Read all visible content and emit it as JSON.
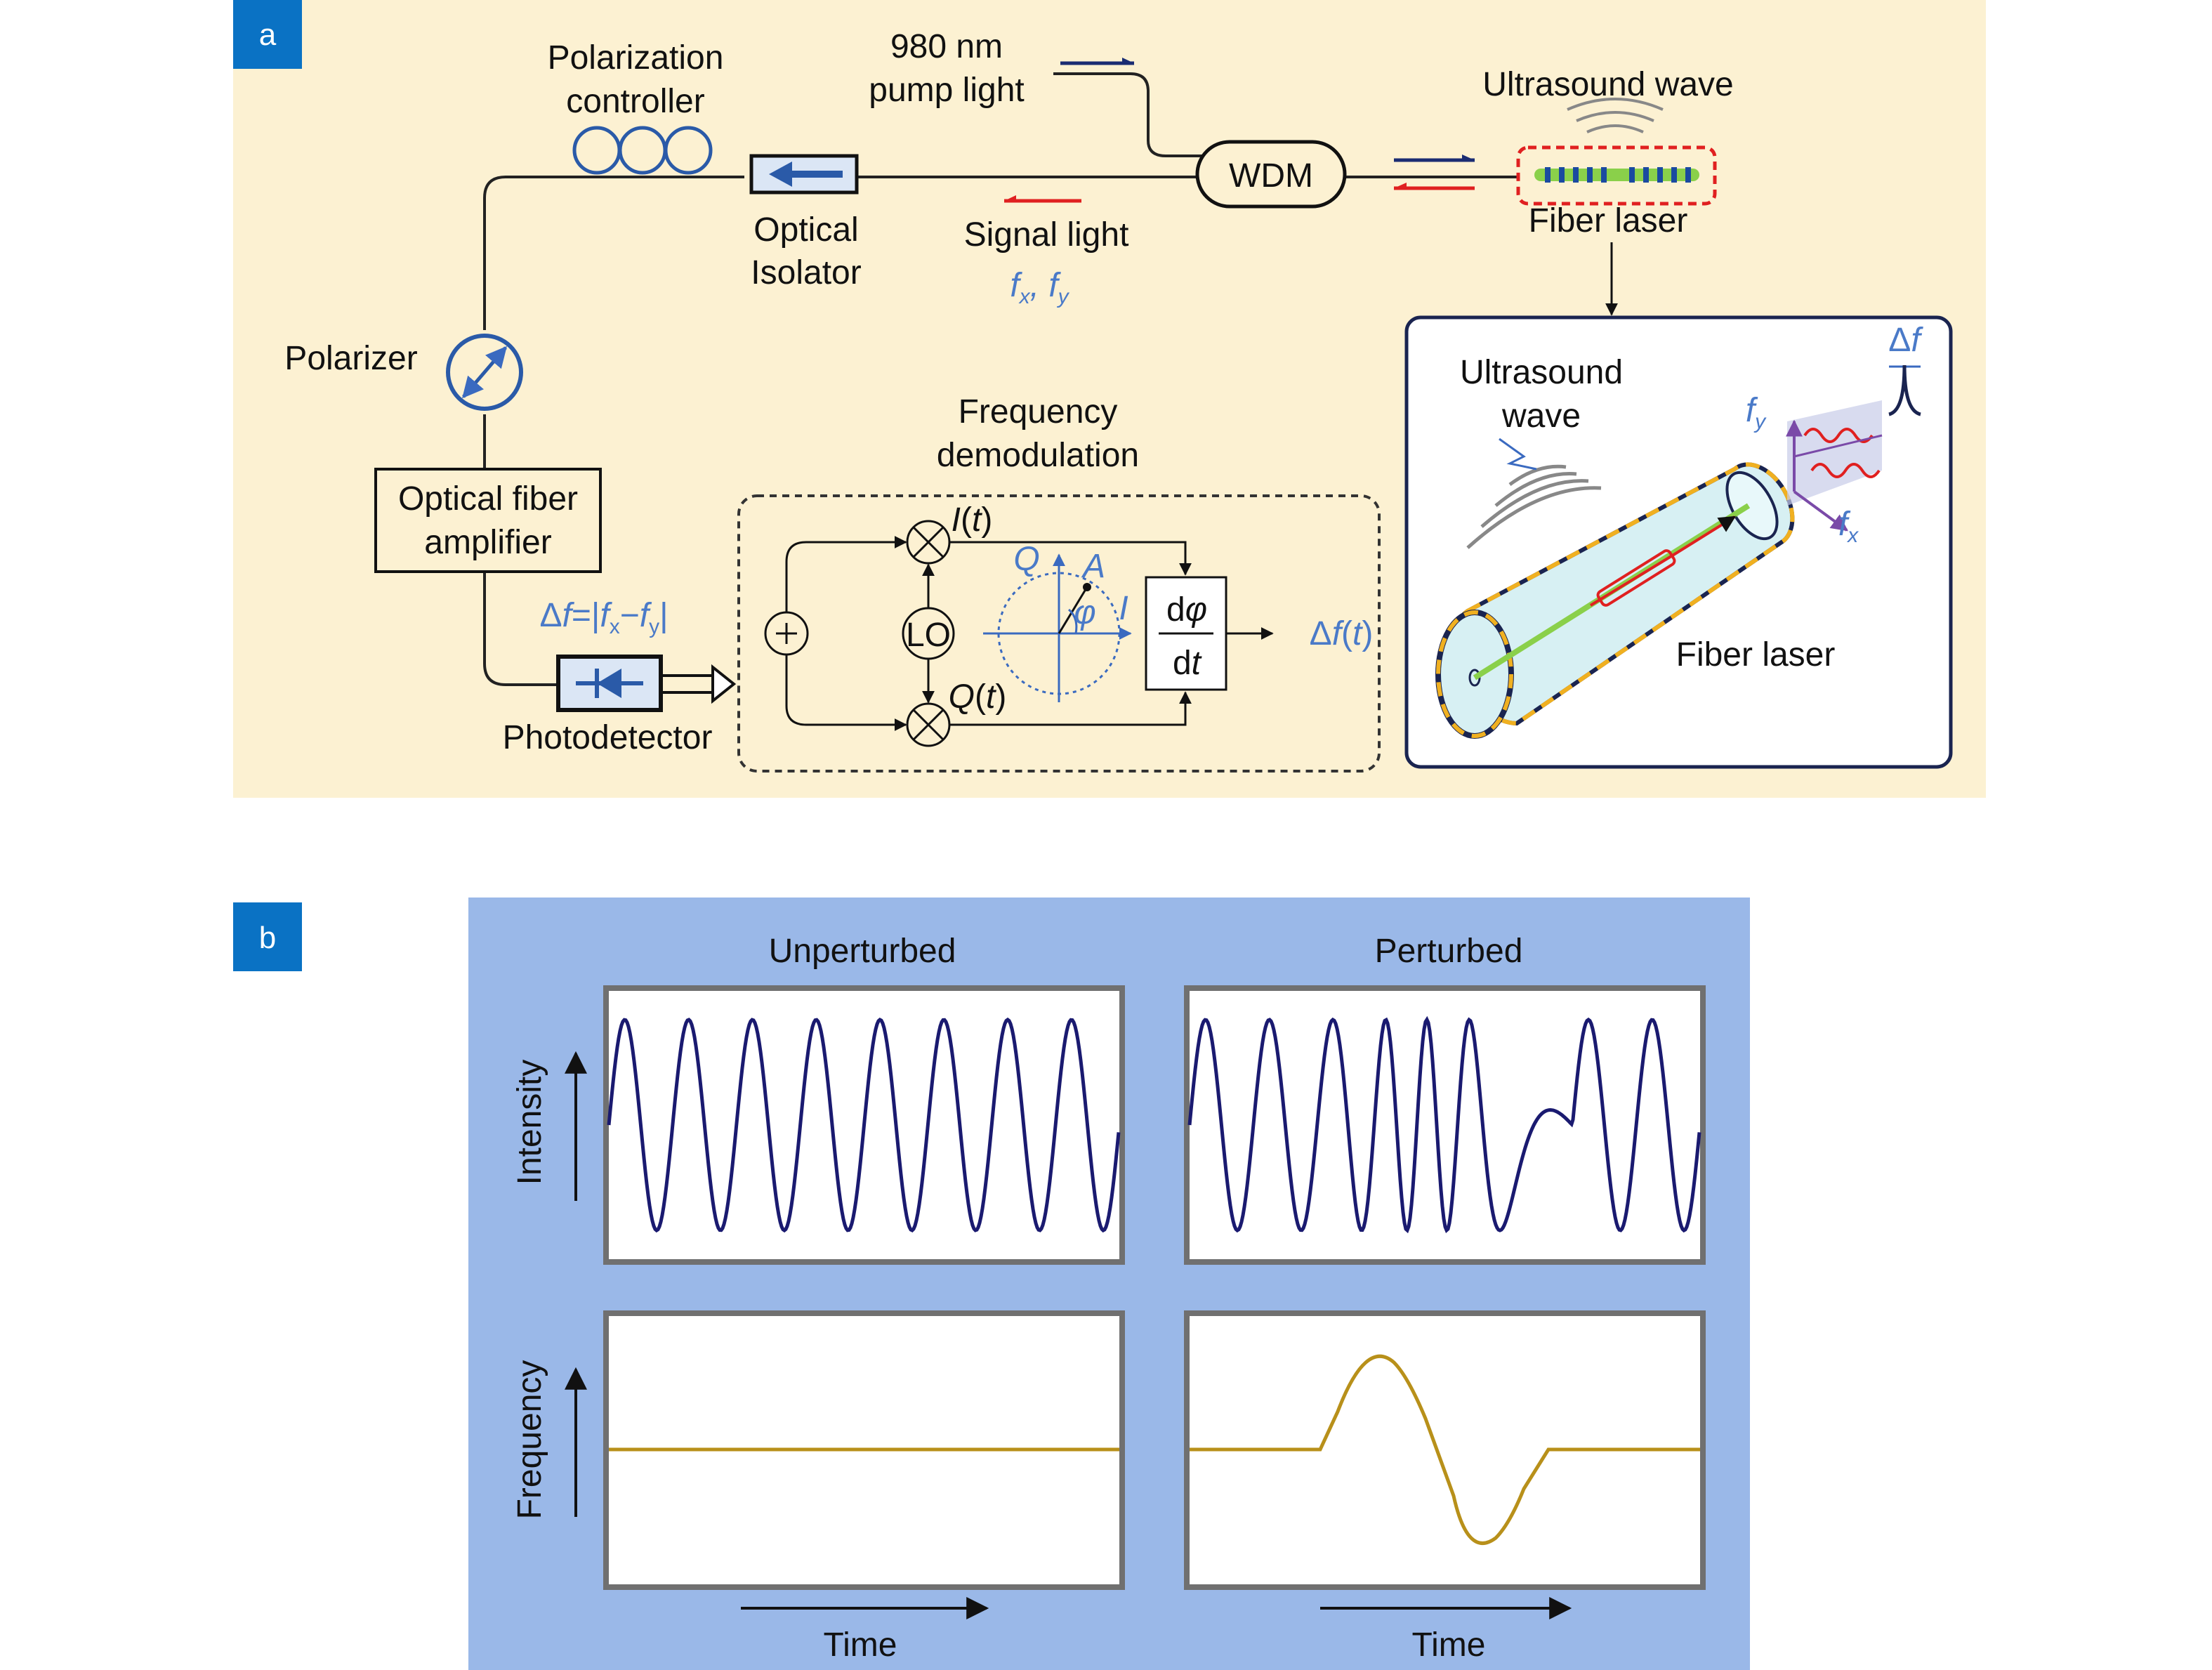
{
  "panel_a": {
    "badge": "a",
    "labels": {
      "polarization_controller_1": "Polarization",
      "polarization_controller_2": "controller",
      "pump_light_1": "980 nm",
      "pump_light_2": "pump light",
      "ultrasound_wave_top": "Ultrasound wave",
      "wdm": "WDM",
      "fiber_laser_top": "Fiber laser",
      "optical_isolator_1": "Optical",
      "optical_isolator_2": "Isolator",
      "signal_light": "Signal light",
      "signal_freqs": "fx, fy",
      "polarizer": "Polarizer",
      "frequency_demod_1": "Frequency",
      "frequency_demod_2": "demodulation",
      "amplifier_1": "Optical fiber",
      "amplifier_2": "amplifier",
      "delta_f_eq": "Δf=|fx−fy|",
      "photodetector": "Photodetector",
      "it": "I(t)",
      "qt": "Q(t)",
      "lo": "LO",
      "q_axis": "Q",
      "i_axis": "I",
      "a_point": "A",
      "phi": "φ",
      "dphi": "dφ",
      "dt": "dt",
      "delta_f_t": "Δf(t)",
      "inset_ultrasound_1": "Ultrasound",
      "inset_ultrasound_2": "wave",
      "inset_fiber_laser": "Fiber laser",
      "inset_delta_f": "Δf",
      "inset_fy": "fy",
      "inset_fx": "fx"
    },
    "colors": {
      "background": "#fcf1d2",
      "badge": "#0a72c4",
      "pump_arrow": "#1a2c72",
      "signal_arrow": "#e02020",
      "accent_blue": "#4a7ac8"
    }
  },
  "panel_b": {
    "badge": "b",
    "titles": [
      "Unperturbed",
      "Perturbed"
    ],
    "ylabels": [
      "Intensity",
      "Frequency"
    ],
    "xlabel": "Time",
    "colors": {
      "background": "#9ab8e8",
      "intensity_trace": "#1a1a70",
      "frequency_trace": "#b8901a",
      "frame": "#707070"
    }
  }
}
